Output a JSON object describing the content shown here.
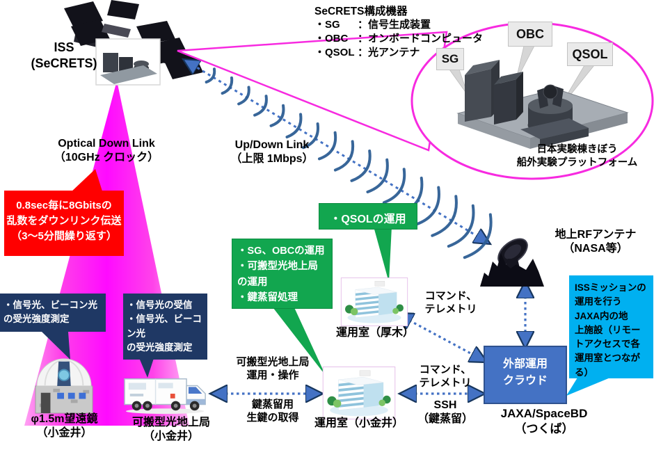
{
  "colors": {
    "beam_magenta": "#FF00FF",
    "callout_magenta": "#F72AE0",
    "alert_red": "#FF0000",
    "ops_green": "#12A64F",
    "measure_navy": "#1F3864",
    "note_cyan": "#00B0F0",
    "cloud_blue": "#4472C4",
    "arrow_blue": "#4472C4",
    "rf_wave_blue": "#2E5E94"
  },
  "iss": {
    "label": "ISS\n(SeCRETS)"
  },
  "legend": {
    "title": "SeCRETS構成機器",
    "items": [
      {
        "abbr": "・SG",
        "desc": "：信号生成装置"
      },
      {
        "abbr": "・OBC",
        "desc": "：オンボードコンピュータ"
      },
      {
        "abbr": "・QSOL",
        "desc": "：光アンテナ"
      }
    ]
  },
  "callout": {
    "sg": "SG",
    "obc": "OBC",
    "qsol": "QSOL",
    "caption": "日本実験棟きぼう\n船外実験プラットフォーム"
  },
  "links": {
    "optical": "Optical Down Link\n（10GHz クロック）",
    "rf": "Up/Down Link\n（上限 1Mbps）"
  },
  "notes": {
    "red": "0.8sec毎に8Gbitsの\n乱数をダウンリンク伝送\n（3～5分間繰り返す）",
    "green_qsol": "・QSOLの運用",
    "green_sg": "・SG、OBCの運用\n・可搬型光地上局\nの運用\n・鍵蒸留処理",
    "navy_telescope": "・信号光、ビーコン光\nの受光強度測定",
    "navy_truck": "・信号光の受信\n・信号光、ビーコン光\nの受光強度測定",
    "blue": "ISSミッションの\n運用を行う\nJAXA内の地\n上施設（リモー\nトアクセスで各\n運用室とつなが\nる）"
  },
  "antenna": {
    "label": "地上RFアンテナ\n（NASA等）"
  },
  "cloud": {
    "label": "外部運用\nクラウド",
    "site": "JAXA/SpaceBD\n（つくば）"
  },
  "sites": {
    "telescope": "φ1.5m望遠鏡\n（小金井）",
    "truck": "可搬型光地上局\n（小金井）",
    "ops_koganei": "運用室（小金井）",
    "ops_atsugi": "運用室（厚木）"
  },
  "arrows": {
    "truck_ops_top": "可搬型光地上局\n運用・操作",
    "truck_ops_bottom": "鍵蒸留用\n生鍵の取得",
    "atsugi_cloud": "コマンド、\nテレメトリ",
    "koganei_cloud_cmd": "コマンド、\nテレメトリ",
    "koganei_cloud_ssh": "SSH\n（鍵蒸留）"
  }
}
